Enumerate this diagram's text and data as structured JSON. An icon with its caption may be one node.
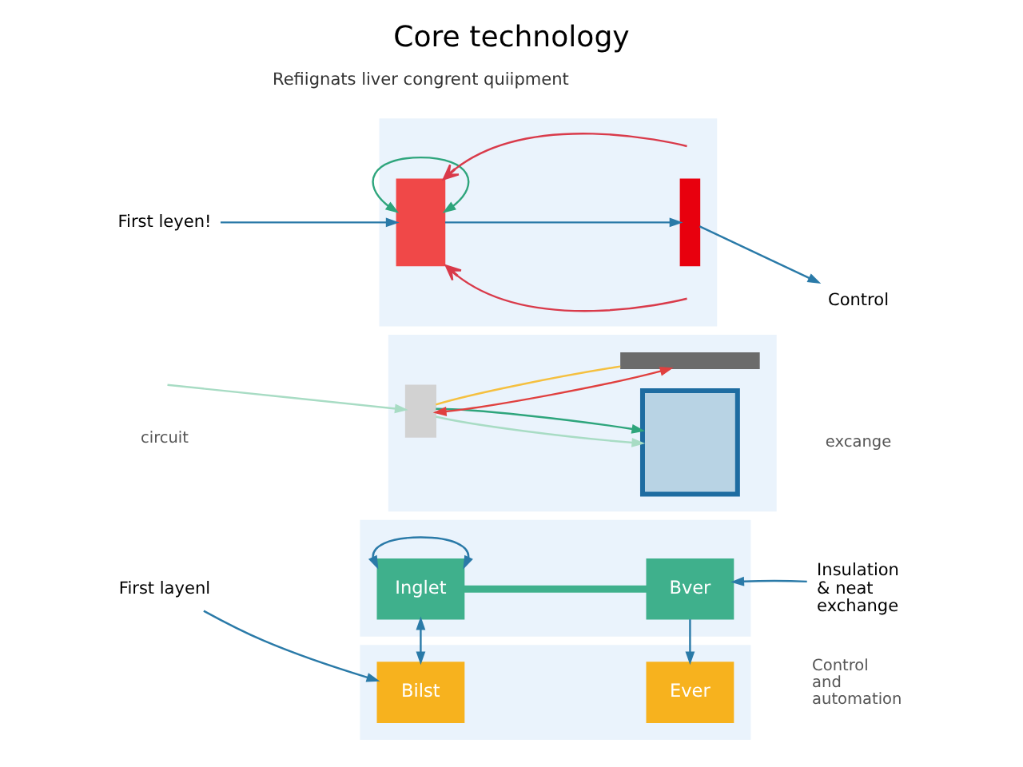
{
  "diagram": {
    "title": "Core technology",
    "nodes": [
      {
        "text": [
          "First leyen!"
        ]
      },
      {
        "text": [],
        "shape": "band"
      },
      {
        "text": [],
        "shape": "box",
        "in": 1
      },
      {
        "text": [],
        "shape": "bar",
        "in": 1
      },
      {
        "text": [
          "Control"
        ]
      },
      {
        "text": [],
        "shape": "band"
      },
      {
        "text": [],
        "shape": "box",
        "in": 5
      },
      {
        "text": [],
        "shape": "box",
        "in": 5
      },
      {
        "text": [],
        "shape": "bar",
        "in": 5
      },
      {
        "text": [],
        "shape": "band"
      },
      {
        "text": [
          "Inglet"
        ],
        "in": 9
      },
      {
        "text": [
          "Bver"
        ],
        "in": 9
      },
      {
        "text": [
          "Insulation & neat exchange"
        ]
      },
      {
        "text": [],
        "shape": "band"
      },
      {
        "text": [
          "First layenl"
        ]
      },
      {
        "text": [
          "Bilst"
        ],
        "in": 13
      },
      {
        "text": [
          "Ever"
        ],
        "in": 13
      }
    ],
    "edges": [
      {
        "from": 0,
        "to": 2,
        "arrow": "to"
      },
      {
        "from": 2,
        "to": 2,
        "arrow": "both",
        "color": "#2ea57c"
      },
      {
        "from": null,
        "to": 2,
        "arrow": "to",
        "color": "#d93a4a"
      },
      {
        "from": null,
        "to": 2,
        "arrow": "to",
        "color": "#d93a4a"
      },
      {
        "from": 2,
        "to": 3,
        "arrow": "to"
      },
      {
        "from": 3,
        "to": 4,
        "arrow": "to"
      },
      {
        "from": null,
        "to": 6,
        "arrow": "to",
        "color": "#a8dcc4"
      },
      {
        "from": 6,
        "to": 7,
        "arrow": "to",
        "color": "#a8dcc4"
      },
      {
        "from": 6,
        "to": 7,
        "arrow": "to",
        "color": "#2ea57c"
      },
      {
        "from": 6,
        "to": 8,
        "arrow": "both",
        "color": "#e0403f"
      },
      {
        "from": 6,
        "to": 8,
        "arrow": "none",
        "color": "#f5c040"
      },
      {
        "from": 10,
        "to": 10,
        "arrow": "both"
      },
      {
        "from": 10,
        "to": 11,
        "arrow": "none",
        "style": "thick",
        "color": "#3fb08c"
      },
      {
        "from": 12,
        "to": 11,
        "arrow": "to"
      },
      {
        "from": 10,
        "to": 15,
        "arrow": "both"
      },
      {
        "from": 11,
        "to": 16,
        "arrow": "to"
      },
      {
        "from": 14,
        "to": 15,
        "arrow": "to"
      }
    ],
    "labels": [
      "Refiignats liver congrent quiipment",
      "circuit",
      "excange",
      "Control and automation"
    ]
  }
}
